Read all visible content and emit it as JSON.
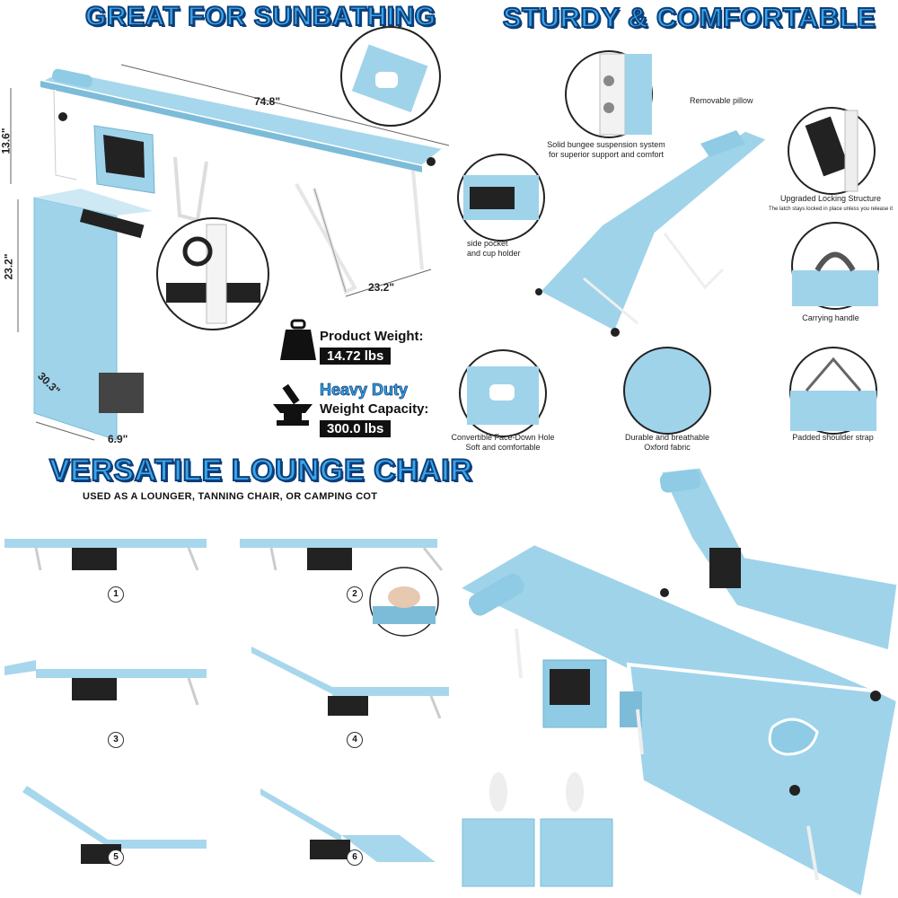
{
  "headlines": {
    "sunbathing": "GREAT FOR SUNBATHING",
    "sturdy": "STURDY & COMFORTABLE",
    "versatile": "VERSATILE LOUNGE CHAIR",
    "versatile_sub": "USED AS A LOUNGER, TANNING CHAIR, OR CAMPING COT"
  },
  "dimensions": {
    "length": "74.8\"",
    "height": "13.6\"",
    "width": "23.2\"",
    "folded_height": "23.2\"",
    "folded_length": "30.3\"",
    "folded_depth": "6.9\""
  },
  "specs": {
    "weight_label": "Product Weight:",
    "weight_value": "14.72 lbs",
    "heavy_duty": "Heavy Duty",
    "capacity_label": "Weight Capacity:",
    "capacity_value": "300.0 lbs"
  },
  "features": {
    "removable_pillow": "Removable pillow",
    "bungee_1": "Solid bungee suspension system",
    "bungee_2": "for superior support and comfort",
    "locking_1": "Upgraded Locking Structure",
    "locking_2": "The latch stays locked in place unless you release it",
    "pocket_1": "side pocket",
    "pocket_2": "and cup holder",
    "handle": "Carrying handle",
    "facedown_1": "Convertible Face-Down Hole",
    "facedown_2": "Soft and comfortable",
    "fabric_1": "Durable and breathable",
    "fabric_2": "Oxford fabric",
    "strap": "Padded shoulder strap"
  },
  "positions": [
    "1",
    "2",
    "3",
    "4",
    "5",
    "6"
  ],
  "colors": {
    "fabric": "#9fd3ea",
    "frame": "#ffffff",
    "headline": "#3aa6ea",
    "outline": "#0d3f7a"
  }
}
